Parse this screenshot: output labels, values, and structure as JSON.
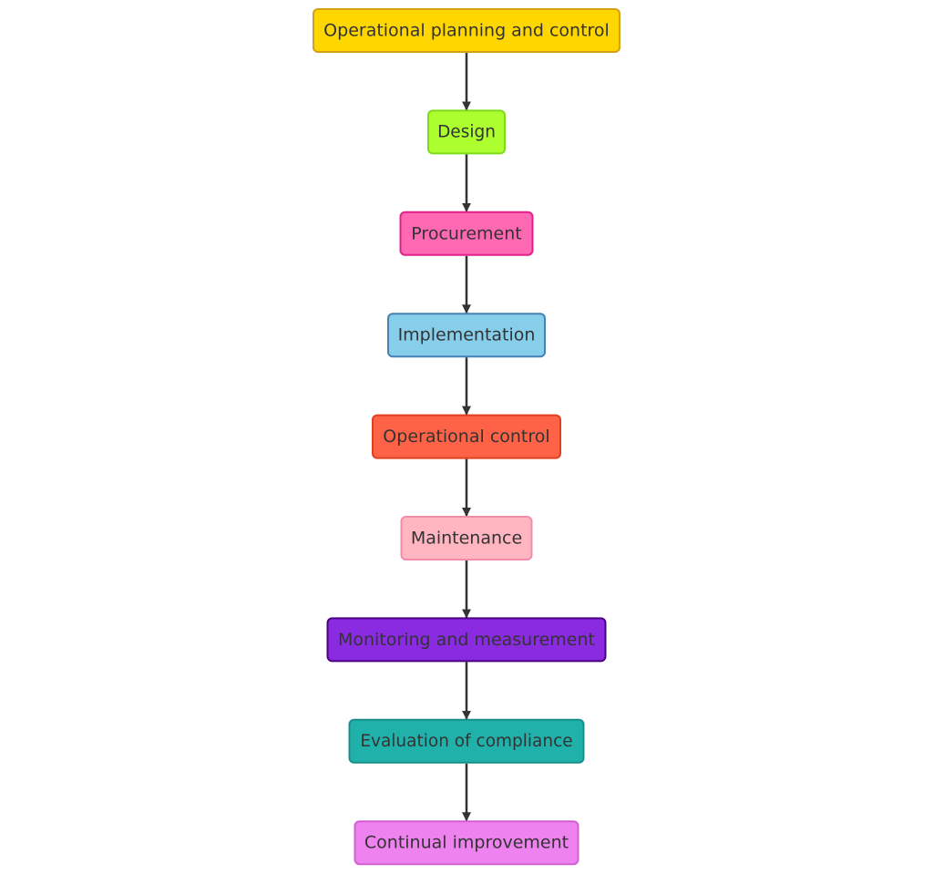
{
  "flowchart": {
    "nodes": [
      {
        "id": "operational-planning-and-control",
        "label": "Operational planning and control",
        "fill": "#FFD700",
        "stroke": "#D4A017"
      },
      {
        "id": "design",
        "label": "Design",
        "fill": "#ADFF2F",
        "stroke": "#7CDB1A"
      },
      {
        "id": "procurement",
        "label": "Procurement",
        "fill": "#FF69B4",
        "stroke": "#E0218A"
      },
      {
        "id": "implementation",
        "label": "Implementation",
        "fill": "#87CEEB",
        "stroke": "#4682B4"
      },
      {
        "id": "operational-control",
        "label": "Operational control",
        "fill": "#FF6347",
        "stroke": "#E0401F"
      },
      {
        "id": "maintenance",
        "label": "Maintenance",
        "fill": "#FFB6C1",
        "stroke": "#F08CA8"
      },
      {
        "id": "monitoring-and-measurement",
        "label": "Monitoring and measurement",
        "fill": "#8A2BE2",
        "stroke": "#4B0082"
      },
      {
        "id": "evaluation-of-compliance",
        "label": "Evaluation of compliance",
        "fill": "#20B2AA",
        "stroke": "#178F88"
      },
      {
        "id": "continual-improvement",
        "label": "Continual improvement",
        "fill": "#EE82EE",
        "stroke": "#D25FD2"
      }
    ],
    "edges": [
      {
        "from": "operational-planning-and-control",
        "to": "design"
      },
      {
        "from": "design",
        "to": "procurement"
      },
      {
        "from": "procurement",
        "to": "implementation"
      },
      {
        "from": "implementation",
        "to": "operational-control"
      },
      {
        "from": "operational-control",
        "to": "maintenance"
      },
      {
        "from": "maintenance",
        "to": "monitoring-and-measurement"
      },
      {
        "from": "monitoring-and-measurement",
        "to": "evaluation-of-compliance"
      },
      {
        "from": "evaluation-of-compliance",
        "to": "continual-improvement"
      }
    ],
    "edge_color": "#333333"
  }
}
